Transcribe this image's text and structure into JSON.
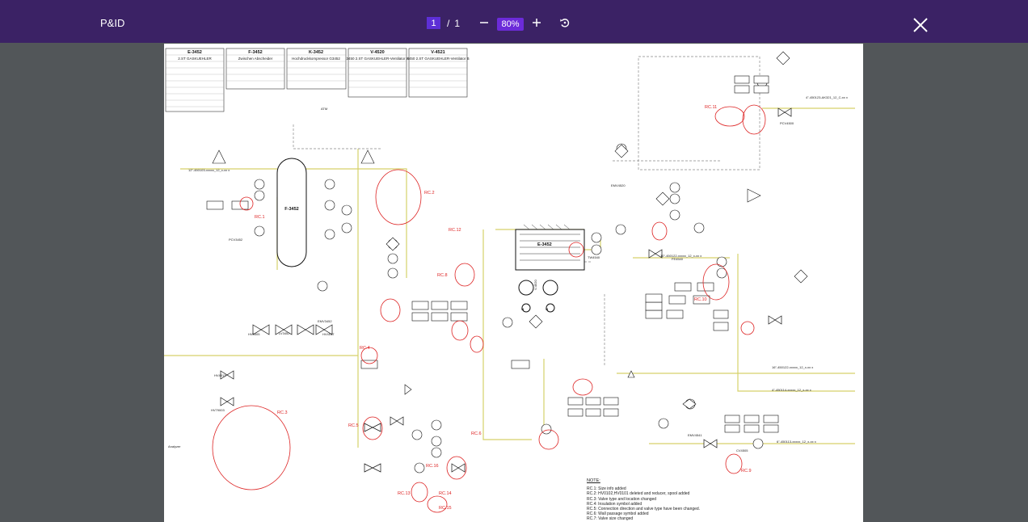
{
  "viewer": {
    "title": "P&ID",
    "page_current": "1",
    "page_sep": "/",
    "page_total": "1",
    "zoom": "80%",
    "icons": {
      "zoom_out": "minus-icon",
      "zoom_in": "plus-icon",
      "rotate": "rotate-icon",
      "close": "close-icon"
    },
    "colors": {
      "topbar": "#3b2265",
      "accent": "#6c2bd9",
      "backdrop": "#525659"
    }
  },
  "drawing": {
    "header_tags": [
      "E-3452",
      "F-3452",
      "K-3452",
      "V-4520",
      "V-4521"
    ],
    "header_descs": [
      "2.ST GASKUEHLER",
      "Zwischen Abscheider",
      "Hochdruckkompressor G3452",
      "3450 2.ST GASKUEHLER-Ventilator A",
      "3450 2.ST GASKUEHLER-Ventilator B"
    ],
    "equipment": {
      "separator": "F-3452",
      "cooler": "E-3452",
      "v4520": "V-4520",
      "v4521": "V-4521"
    },
    "lines": [
      "12\"-450103-xxxxx_12_x-xx x",
      "10\"-450122-xxxxx_12_x-xx x",
      "16\"-450122-xxxxx_12_x-xx x",
      "4\"-450114-xxxxx_12_x-xx x",
      "6\"-450113-xxxxx_12_x-xx x",
      "4\"-450123-AK321_12_C-xx x"
    ],
    "tags": [
      "PCV3452",
      "PCV4500",
      "LV3452",
      "HV4505",
      "HV4517",
      "EMV4520",
      "EMV4541",
      "EMV3452",
      "CV4505",
      "HV4513",
      "HV79003",
      "TW4540",
      "FE4540"
    ],
    "revision_clouds": [
      "RC.1",
      "RC.2",
      "RC.3",
      "RC.4",
      "RC.5",
      "RC.6",
      "RC.8",
      "RC.9",
      "RC.10",
      "RC.11",
      "RC.12",
      "RC.13",
      "RC.14",
      "RC.15",
      "RC.16"
    ],
    "labels": {
      "analyzer": "Analyzer",
      "atm": "ATM"
    },
    "notes": {
      "heading": "NOTE:",
      "items": [
        "RC.1: Size info added",
        "RC.2: HV0102,HV0101 deleted and reducer, spool added",
        "RC.3: Valve type and location changed",
        "RC.4: Insulation symbol added",
        "RC.5: Connection direction and valve type have been changed.",
        "RC.6: Wall passage symbol added",
        "RC.7: Valve size changed"
      ]
    }
  }
}
